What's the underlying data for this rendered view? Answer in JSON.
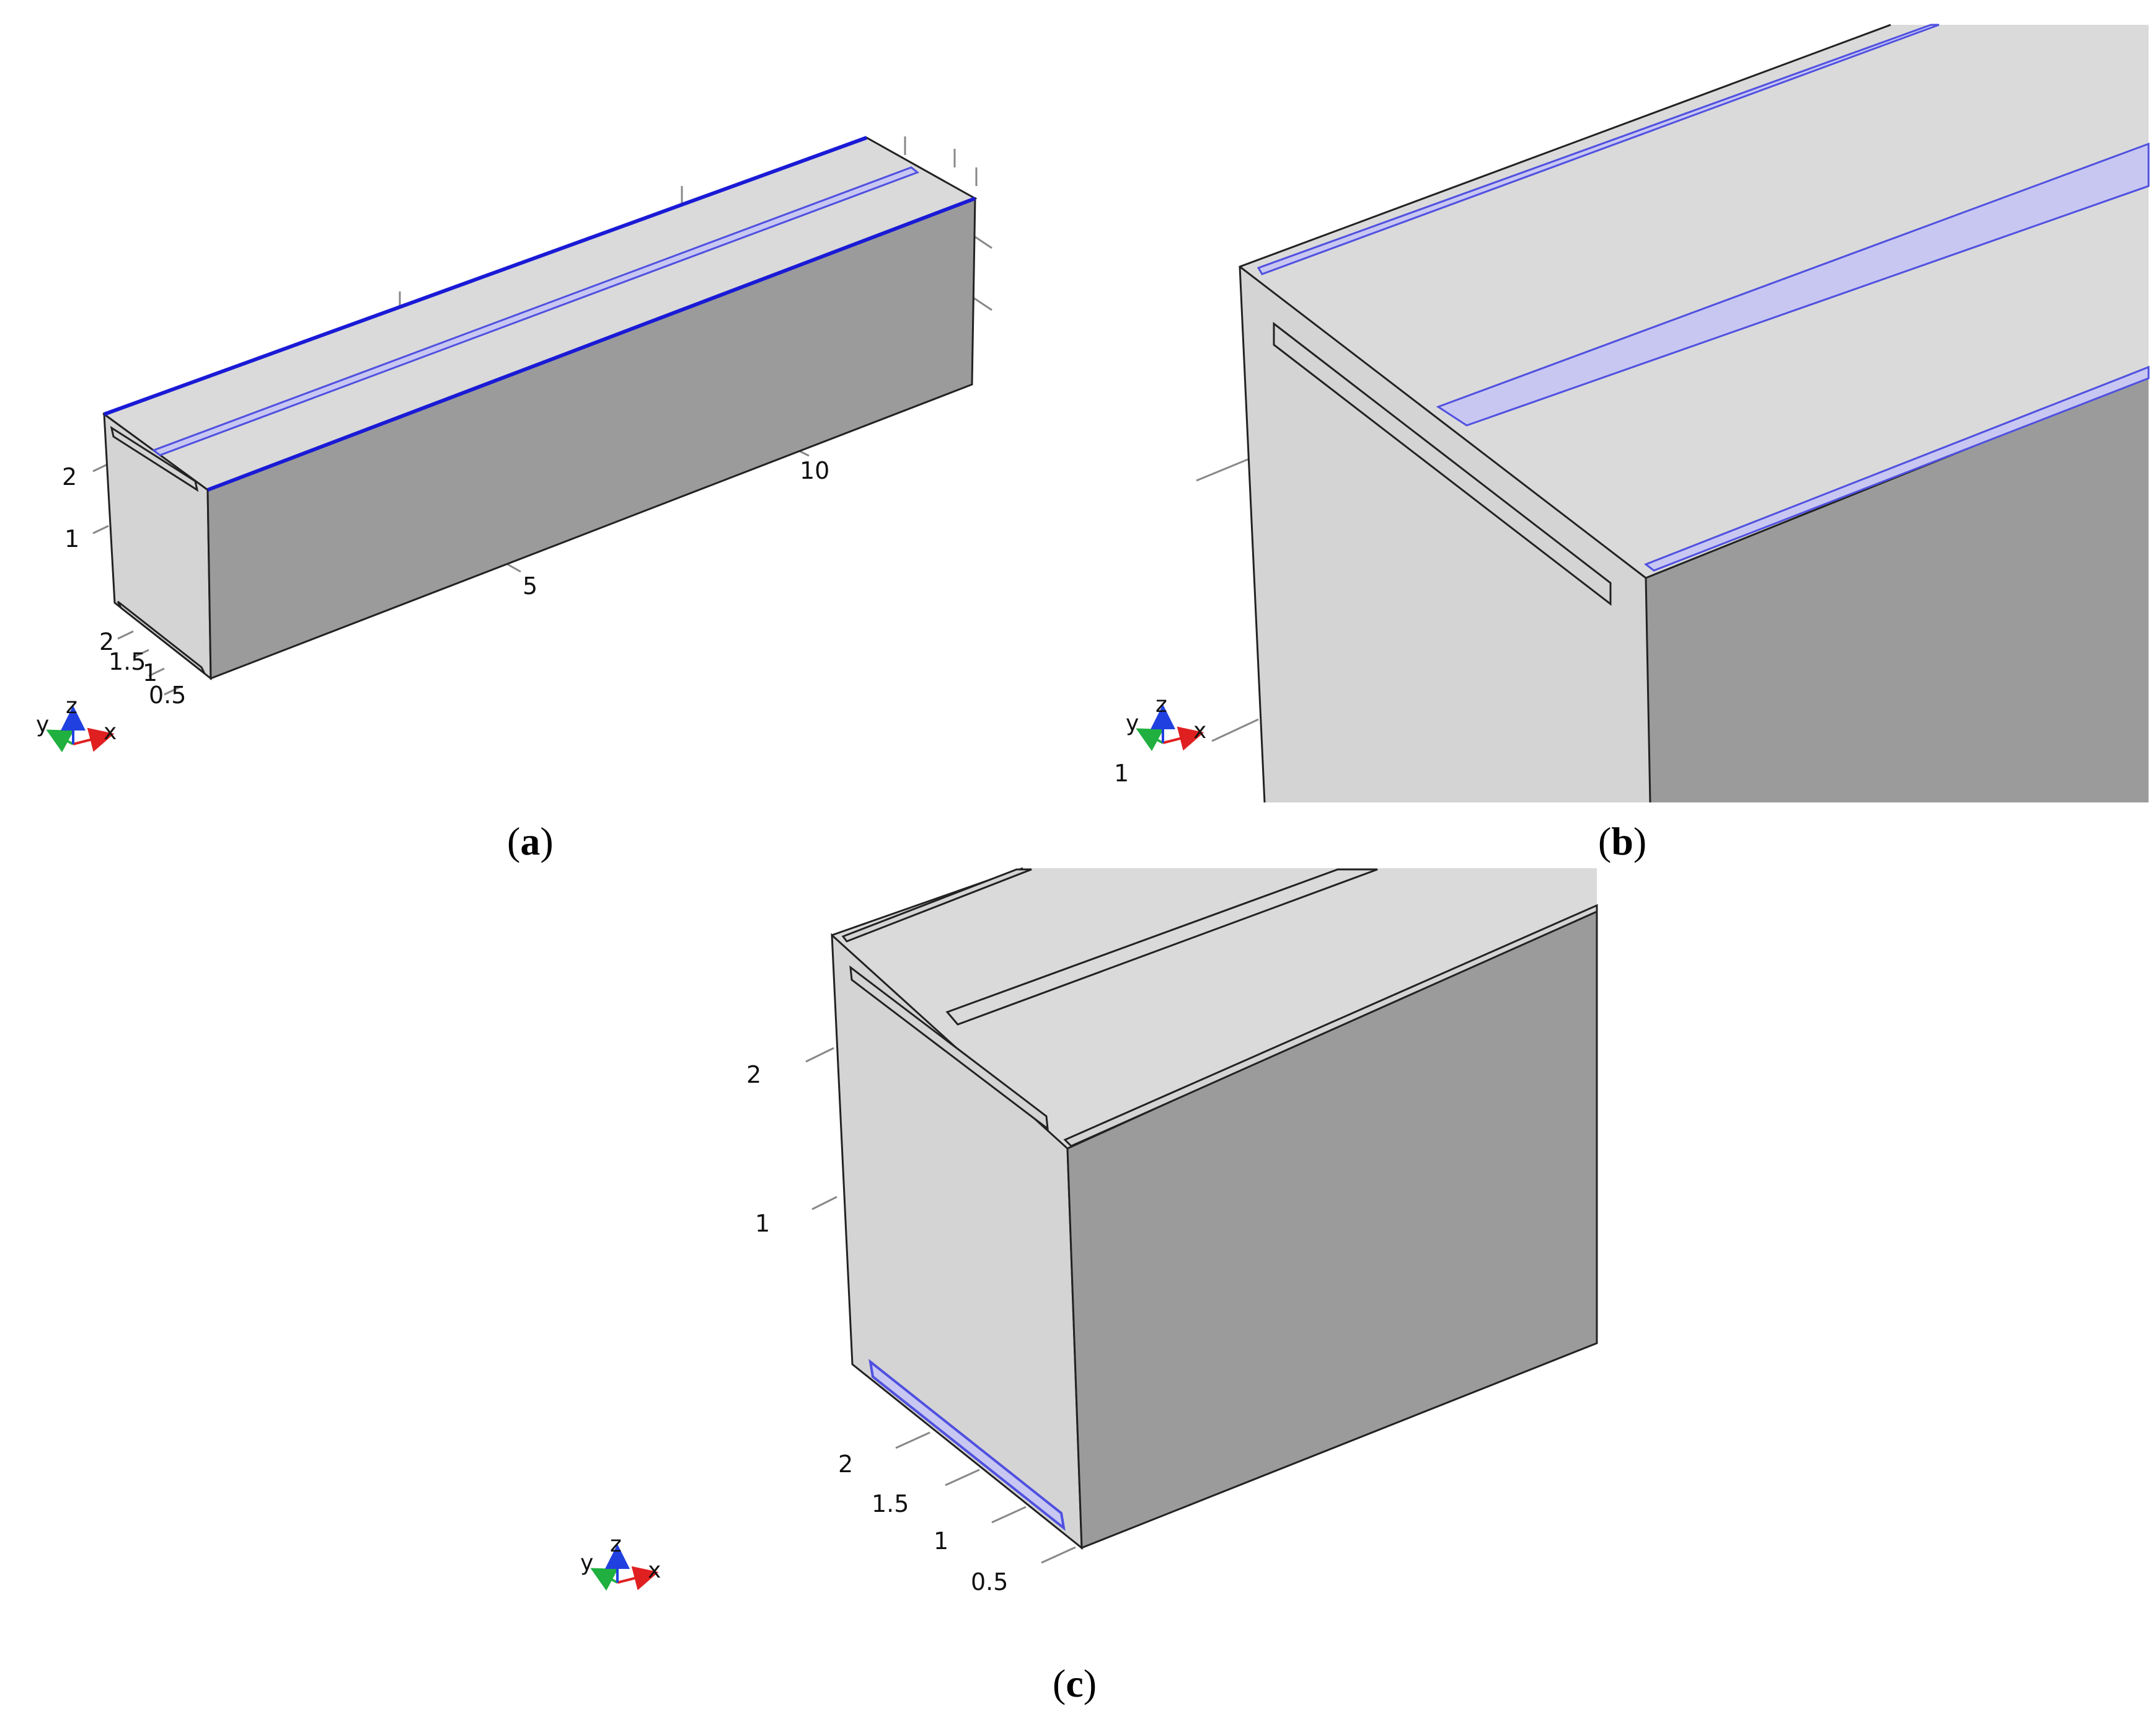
{
  "colors": {
    "front_face": "#d4d4d4",
    "top_face": "#dadada",
    "side_face": "#9b9b9b",
    "edge": "#222222",
    "highlight_line": "#1a1ad6",
    "highlight_fill": "#c7c7f2",
    "highlight_stroke": "#5050e0",
    "axis_x": "#e02020",
    "axis_y": "#20b040",
    "axis_z": "#2040e0"
  },
  "panels": {
    "a": {
      "caption": "a",
      "tick_labels": {
        "x": [
          "5",
          "10"
        ],
        "y": [
          "2",
          "1.5",
          "1",
          "0.5"
        ],
        "z": [
          "2",
          "1"
        ]
      },
      "axes_triad": {
        "x": "x",
        "y": "y",
        "z": "z"
      }
    },
    "b": {
      "caption": "b",
      "tick_labels": {
        "z": [
          "1"
        ]
      },
      "axes_triad": {
        "x": "x",
        "y": "y",
        "z": "z"
      }
    },
    "c": {
      "caption": "c",
      "tick_labels": {
        "y": [
          "2",
          "1.5",
          "1",
          "0.5"
        ],
        "z": [
          "2",
          "1"
        ]
      },
      "axes_triad": {
        "x": "x",
        "y": "y",
        "z": "z"
      }
    }
  }
}
